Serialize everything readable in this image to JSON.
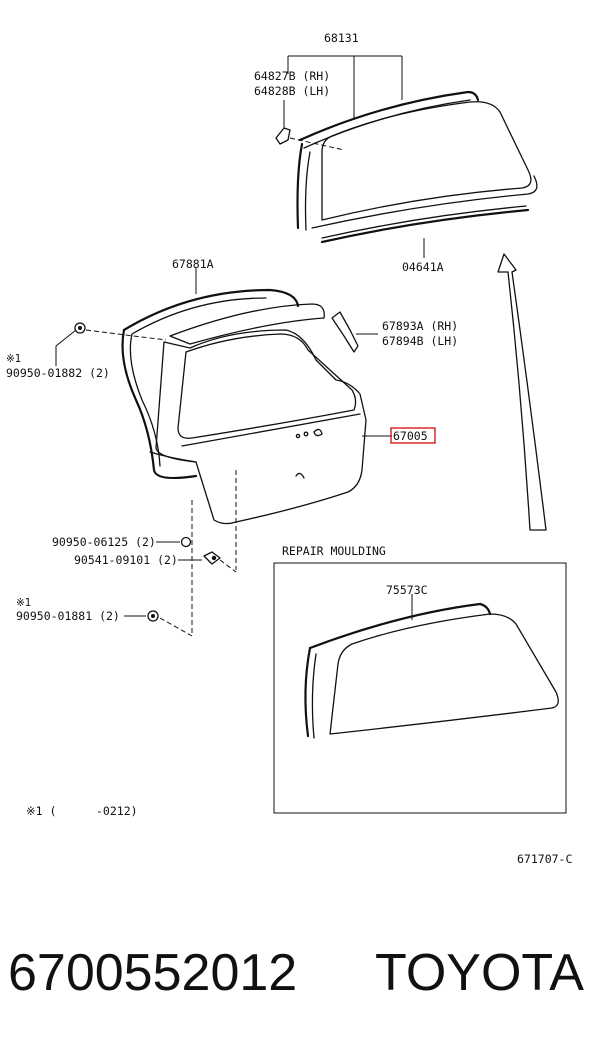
{
  "diagram": {
    "labels": {
      "glass_set": "68131",
      "holder_rh": "64827B (RH)",
      "holder_lh": "64828B (LH)",
      "glass_bottom": "04641A",
      "weatherstrip": "67881A",
      "clip_left_mark": "※1",
      "clip_left_part": "90950-01882 (2)",
      "stay_rh": "67893A (RH)",
      "stay_lh": "67894B (LH)",
      "panel": "67005",
      "cushion": "90950-06125 (2)",
      "bumper": "90541-09101 (2)",
      "clip_lower_mark": "※1",
      "clip_lower_part": "90950-01881 (2)",
      "repair_title": "REPAIR MOULDING",
      "moulding": "75573C",
      "footnote_mark": "※1 (",
      "footnote_range": "-0212)",
      "diagram_code": "671707-C"
    },
    "highlight_color": "#d41c1c"
  },
  "banner": {
    "part_number": "6700552012",
    "brand": "TOYOTA"
  }
}
